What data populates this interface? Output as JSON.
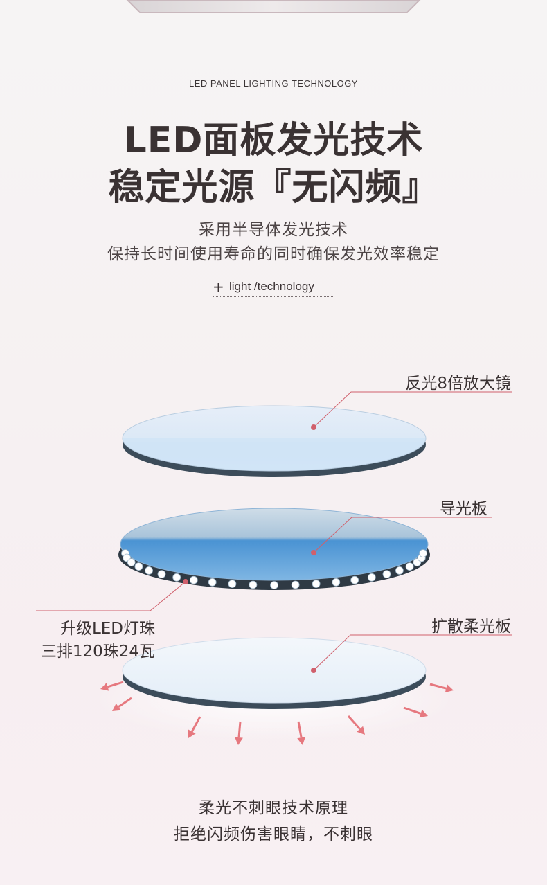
{
  "header": {
    "eyebrow": "LED PANEL LIGHTING TECHNOLOGY",
    "title_line1": "LED面板发光技术",
    "title_line2": "稳定光源『无闪频』",
    "subtitle_line1": "采用半导体发光技术",
    "subtitle_line2": "保持长时间使用寿命的同时确保发光效率稳定",
    "tag_icon": "plus-icon",
    "tag_label": "light /technology"
  },
  "layers": [
    {
      "label": "反光8倍放大镜"
    },
    {
      "label": "导光板"
    },
    {
      "label_line1": "升级LED灯珠",
      "label_line2": "三排120珠24瓦"
    },
    {
      "label": "扩散柔光板"
    }
  ],
  "footer": {
    "line1": "柔光不刺眼技术原理",
    "line2": "拒绝闪频伤害眼睛，不刺眼"
  },
  "colors": {
    "accent_line": "#d0606c",
    "arrow": "#e6787f",
    "title": "#3a3233"
  }
}
